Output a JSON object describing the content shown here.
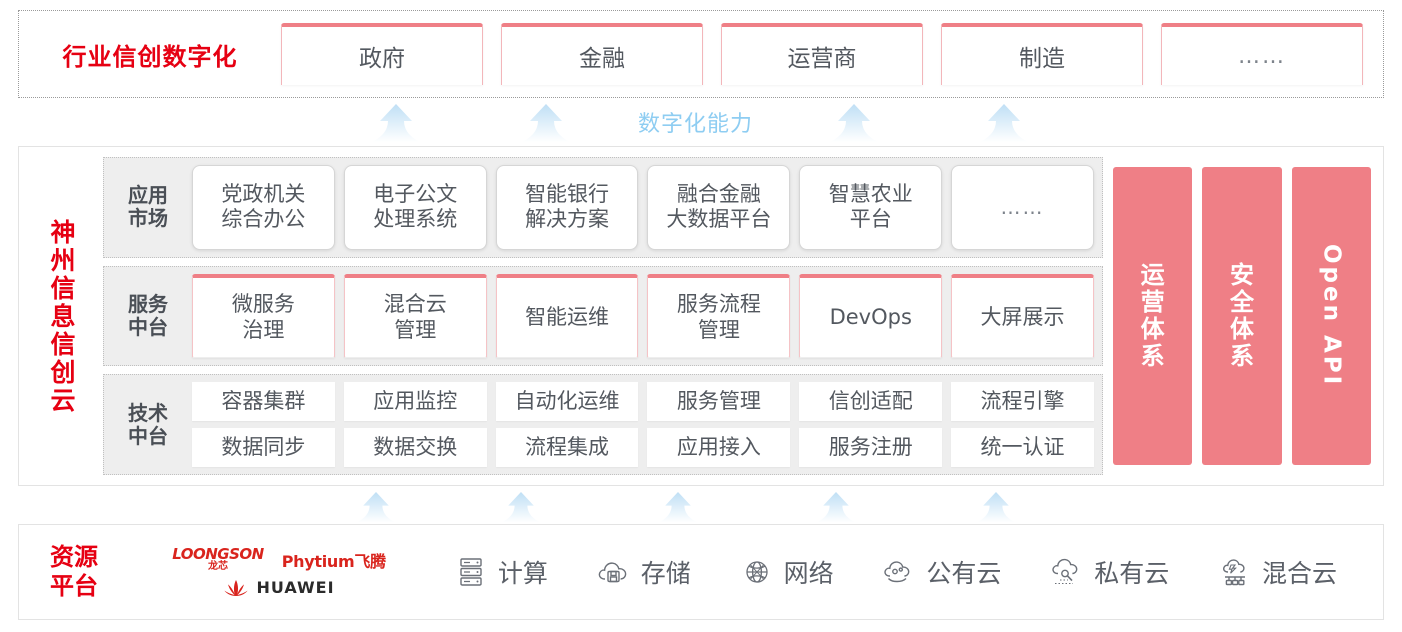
{
  "industry": {
    "title": "行业信创数字化",
    "cards": [
      {
        "label": "政府"
      },
      {
        "label": "金融"
      },
      {
        "label": "运营商"
      },
      {
        "label": "制造"
      },
      {
        "label": "……"
      }
    ]
  },
  "capability": {
    "label": "数字化能力",
    "arrow_icon": "arrow-up-icon",
    "arrow_count": 4,
    "arrow_color": "#cfe8f8"
  },
  "cloud": {
    "title_chars": [
      "神",
      "州",
      "信",
      "息",
      "信",
      "创",
      "云"
    ],
    "layers": [
      {
        "key": "app-market",
        "label": "应用\n市场",
        "label_line1": "应用",
        "label_line2": "市场",
        "style": "app",
        "rows": [
          [
            {
              "label": "党政机关\n综合办公",
              "l1": "党政机关",
              "l2": "综合办公"
            },
            {
              "label": "电子公文\n处理系统",
              "l1": "电子公文",
              "l2": "处理系统"
            },
            {
              "label": "智能银行\n解决方案",
              "l1": "智能银行",
              "l2": "解决方案"
            },
            {
              "label": "融合金融\n大数据平台",
              "l1": "融合金融",
              "l2": "大数据平台"
            },
            {
              "label": "智慧农业\n平台",
              "l1": "智慧农业",
              "l2": "平台"
            },
            {
              "label": "……",
              "l1": "……",
              "l2": ""
            }
          ]
        ]
      },
      {
        "key": "service-platform",
        "label": "服务\n中台",
        "label_line1": "服务",
        "label_line2": "中台",
        "style": "svc",
        "rows": [
          [
            {
              "label": "微服务\n治理",
              "l1": "微服务",
              "l2": "治理"
            },
            {
              "label": "混合云\n管理",
              "l1": "混合云",
              "l2": "管理"
            },
            {
              "label": "智能运维",
              "l1": "智能运维",
              "l2": ""
            },
            {
              "label": "服务流程\n管理",
              "l1": "服务流程",
              "l2": "管理"
            },
            {
              "label": "DevOps",
              "l1": "DevOps",
              "l2": ""
            },
            {
              "label": "大屏展示",
              "l1": "大屏展示",
              "l2": ""
            }
          ]
        ]
      },
      {
        "key": "tech-platform",
        "label": "技术\n中台",
        "label_line1": "技术",
        "label_line2": "中台",
        "style": "tech",
        "rows": [
          [
            {
              "label": "容器集群",
              "l1": "容器集群",
              "l2": ""
            },
            {
              "label": "应用监控",
              "l1": "应用监控",
              "l2": ""
            },
            {
              "label": "自动化运维",
              "l1": "自动化运维",
              "l2": ""
            },
            {
              "label": "服务管理",
              "l1": "服务管理",
              "l2": ""
            },
            {
              "label": "信创适配",
              "l1": "信创适配",
              "l2": ""
            },
            {
              "label": "流程引擎",
              "l1": "流程引擎",
              "l2": ""
            }
          ],
          [
            {
              "label": "数据同步",
              "l1": "数据同步",
              "l2": ""
            },
            {
              "label": "数据交换",
              "l1": "数据交换",
              "l2": ""
            },
            {
              "label": "流程集成",
              "l1": "流程集成",
              "l2": ""
            },
            {
              "label": "应用接入",
              "l1": "应用接入",
              "l2": ""
            },
            {
              "label": "服务注册",
              "l1": "服务注册",
              "l2": ""
            },
            {
              "label": "统一认证",
              "l1": "统一认证",
              "l2": ""
            }
          ]
        ]
      }
    ],
    "pillars": [
      {
        "key": "operations",
        "chars": [
          "运",
          "营",
          "体",
          "系"
        ],
        "rotated": false,
        "text": "运营体系"
      },
      {
        "key": "security",
        "chars": [
          "安",
          "全",
          "体",
          "系"
        ],
        "rotated": false,
        "text": "安全体系"
      },
      {
        "key": "open-api",
        "chars": [],
        "rotated": true,
        "text": "Open API"
      }
    ],
    "pillar_color": "#ef7f86"
  },
  "lower_arrows": {
    "arrow_icon": "arrow-up-icon",
    "arrow_count": 5,
    "arrow_color": "#cfe8f8"
  },
  "resource": {
    "title_line1": "资源",
    "title_line2": "平台",
    "logos": [
      {
        "key": "loongson",
        "en": "LOONGSON",
        "cn": "龙芯"
      },
      {
        "key": "phytium",
        "text": "Phytium飞腾"
      },
      {
        "key": "huawei",
        "text": "HUAWEI"
      }
    ],
    "items": [
      {
        "label": "计算",
        "icon": "server-icon"
      },
      {
        "label": "存储",
        "icon": "cloud-storage-icon"
      },
      {
        "label": "网络",
        "icon": "network-icon"
      },
      {
        "label": "公有云",
        "icon": "public-cloud-icon"
      },
      {
        "label": "私有云",
        "icon": "private-cloud-icon"
      },
      {
        "label": "混合云",
        "icon": "hybrid-cloud-icon"
      }
    ]
  },
  "colors": {
    "brand_red": "#e60012",
    "pink": "#ef7f86",
    "arrow_blue": "#cfe8f8",
    "cap_text_blue": "#8ecdf2",
    "layer_bg": "#eeeeee",
    "text": "#53585f"
  }
}
